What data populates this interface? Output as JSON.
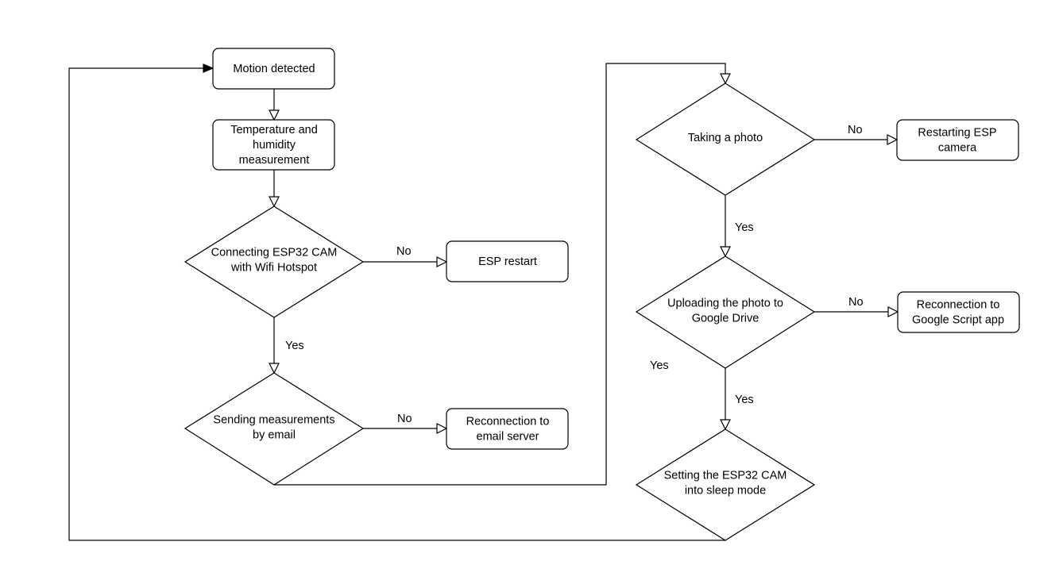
{
  "nodes": {
    "motion": {
      "lines": [
        "Motion detected"
      ]
    },
    "measure": {
      "lines": [
        "Temperature and",
        "humidity",
        "measurement"
      ]
    },
    "connect": {
      "lines": [
        "Connecting ESP32 CAM",
        "with Wifi Hotspot"
      ]
    },
    "restart": {
      "lines": [
        "ESP restart"
      ]
    },
    "email": {
      "lines": [
        "Sending measurements",
        "by email"
      ]
    },
    "reconnect_email": {
      "lines": [
        "Reconnection to",
        "email server"
      ]
    },
    "photo": {
      "lines": [
        "Taking a photo"
      ]
    },
    "restart_cam": {
      "lines": [
        "Restarting ESP",
        "camera"
      ]
    },
    "upload": {
      "lines": [
        "Uploading the photo to",
        "Google Drive"
      ]
    },
    "reconnect_script": {
      "lines": [
        "Reconnection to",
        "Google Script app"
      ]
    },
    "sleep": {
      "lines": [
        "Setting the ESP32 CAM",
        "into sleep mode"
      ]
    }
  },
  "edge_labels": {
    "connect_no": "No",
    "connect_yes": "Yes",
    "email_no": "No",
    "photo_no": "No",
    "photo_yes": "Yes",
    "upload_no": "No",
    "upload_yes_left": "Yes",
    "upload_yes": "Yes"
  }
}
